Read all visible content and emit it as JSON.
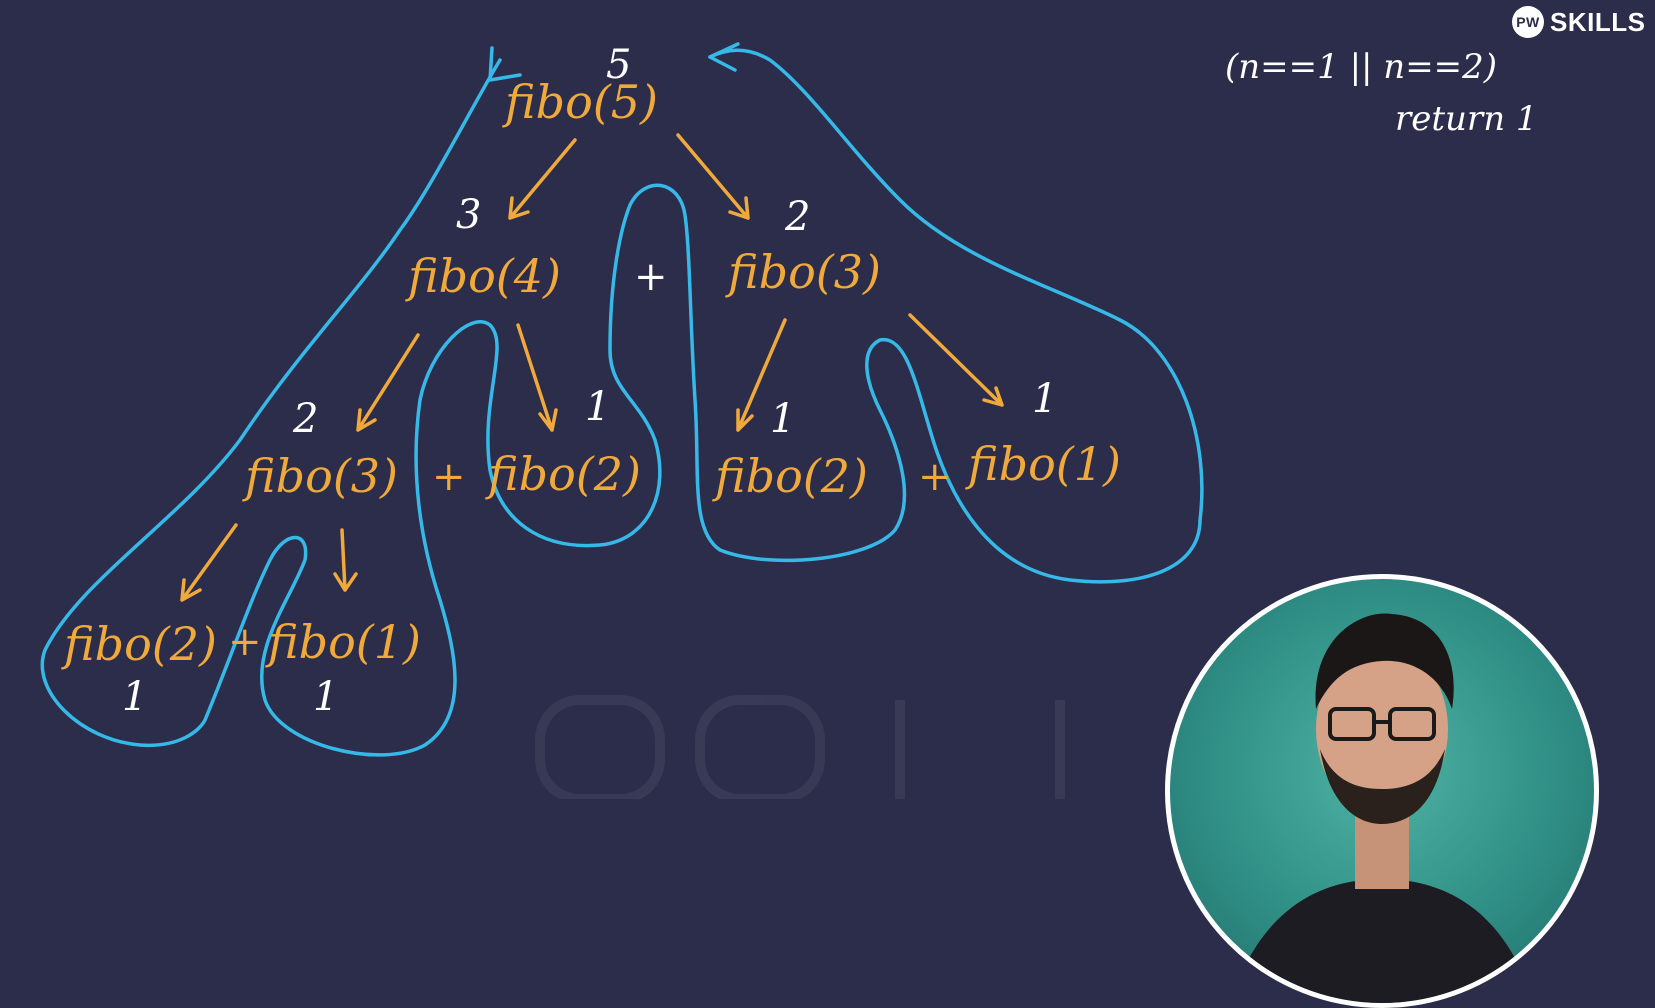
{
  "brand": {
    "name": "SKILLS",
    "logo_text": "PW"
  },
  "notes": {
    "condition": "(n==1 || n==2)",
    "action": "return 1"
  },
  "tree": {
    "calls": {
      "root": "fibo(5)",
      "left": "fibo(4)",
      "right": "fibo(3)",
      "left_left": "fibo(3)",
      "left_right": "fibo(2)",
      "right_left": "fibo(2)",
      "right_right": "fibo(1)",
      "ll_left": "fibo(2)",
      "ll_right": "fibo(1)"
    },
    "returns": {
      "root": "5",
      "left": "3",
      "right": "2",
      "left_left": "2",
      "left_right": "1",
      "right_left": "1",
      "right_right": "1",
      "ll_left": "1",
      "ll_right": "1"
    },
    "operator": "+"
  },
  "colors": {
    "background": "#2c2d4a",
    "call_text": "#f0a93b",
    "trace": "#36b9e8",
    "return_text": "#ffffff"
  },
  "presenter": {
    "description_icon": "presenter-webcam"
  }
}
